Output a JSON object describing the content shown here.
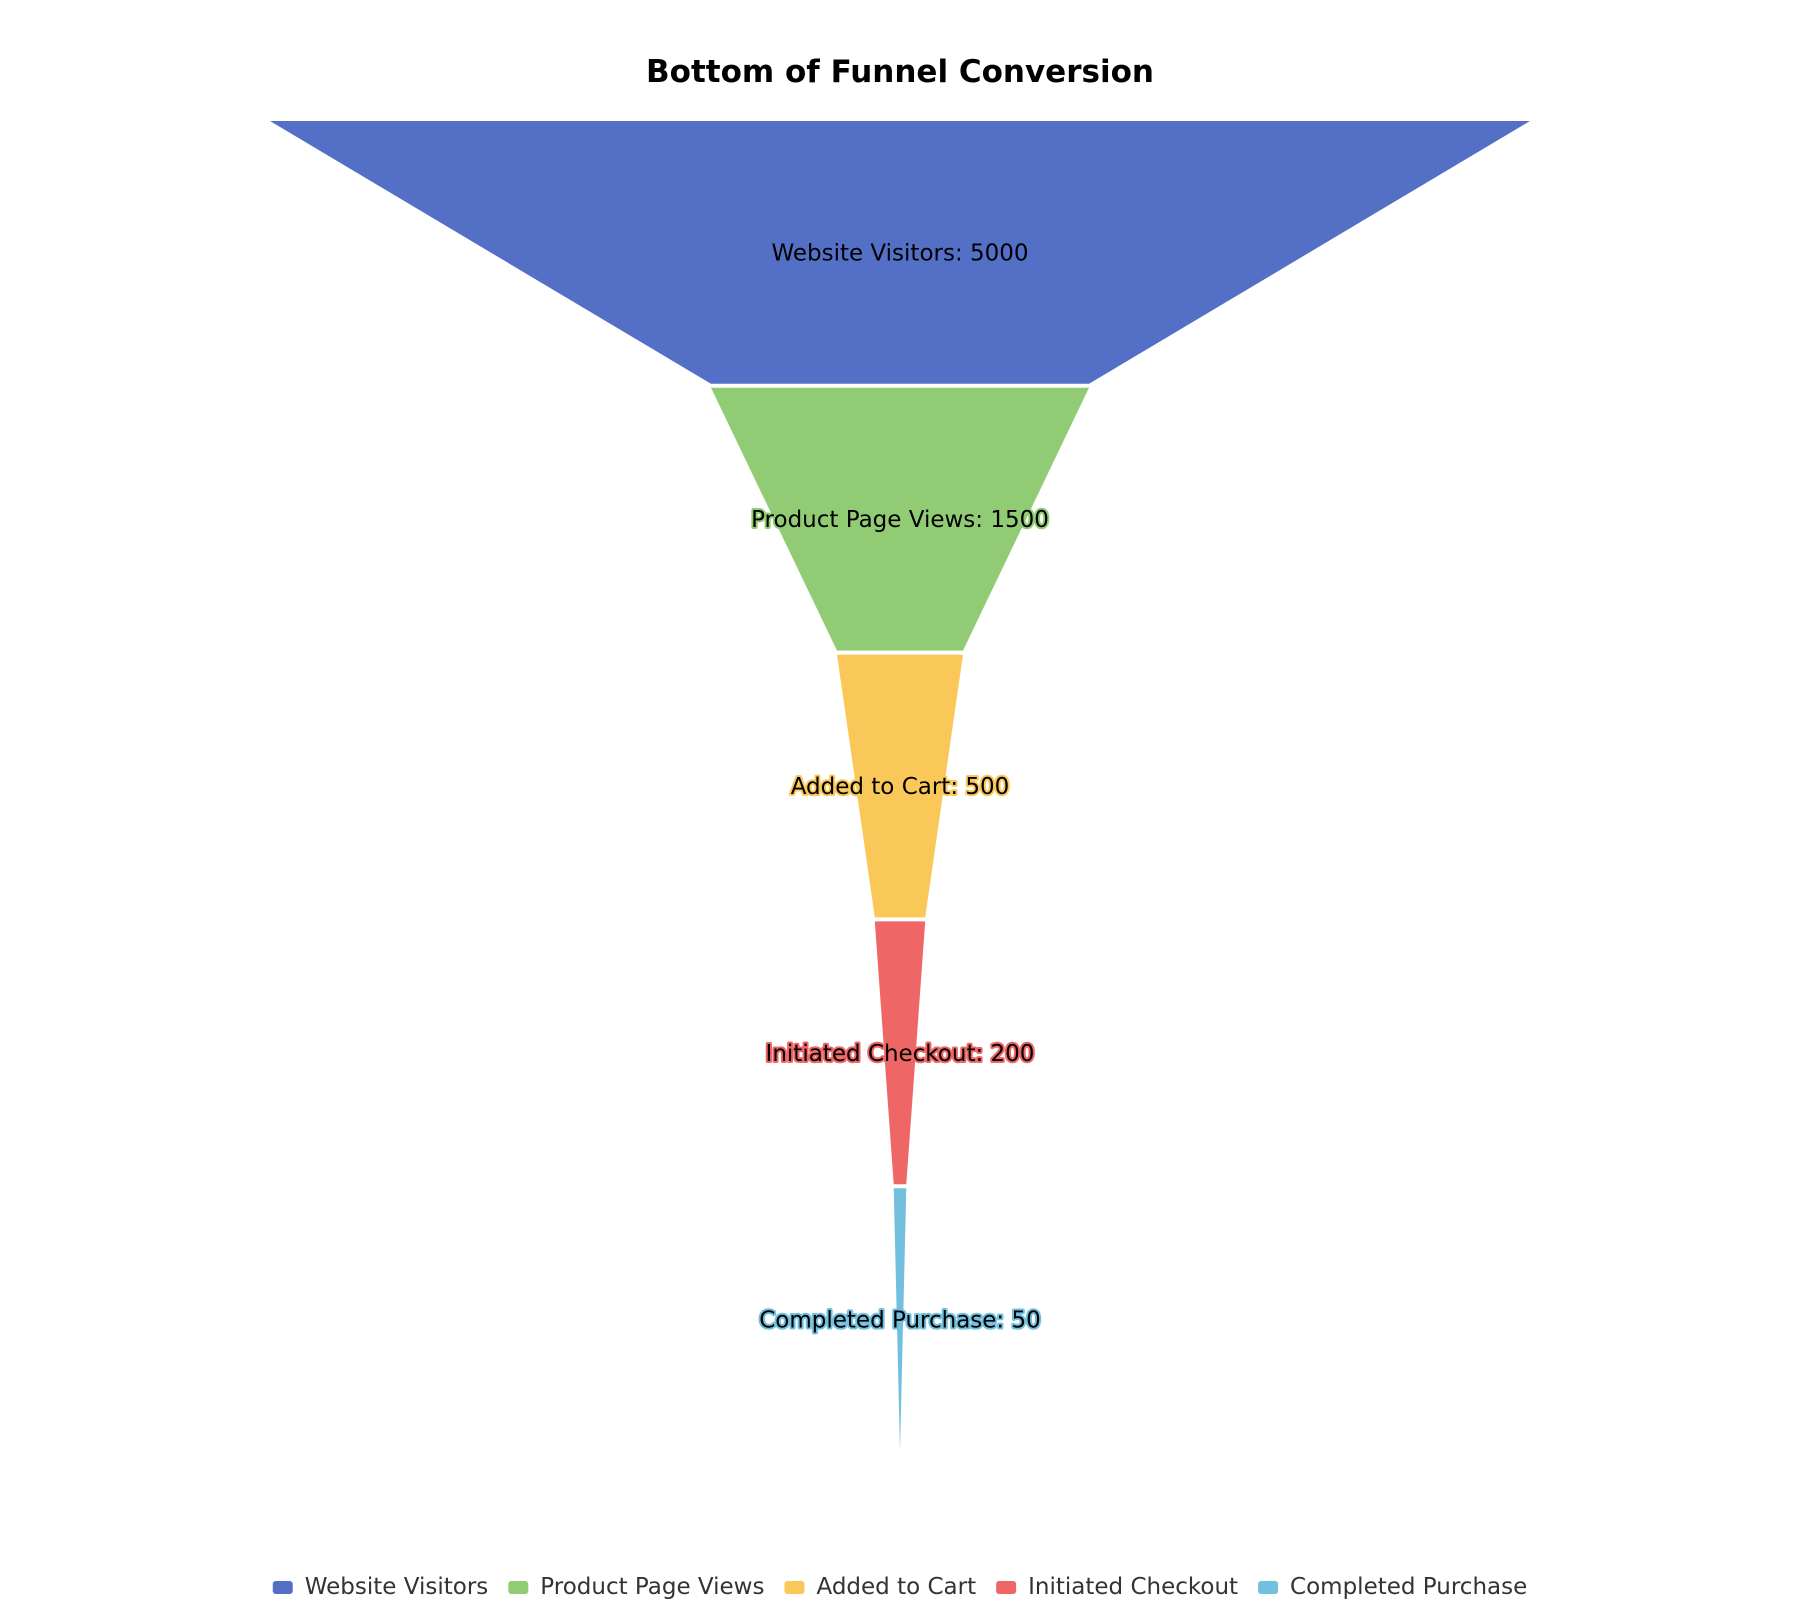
{
  "chart_data": {
    "type": "funnel",
    "title": "Bottom of Funnel Conversion",
    "categories": [
      "Website Visitors",
      "Product Page Views",
      "Added to Cart",
      "Initiated Checkout",
      "Completed Purchase"
    ],
    "values": [
      5000,
      1500,
      500,
      200,
      50
    ],
    "labels": [
      "Website Visitors: 5000",
      "Product Page Views: 1500",
      "Added to Cart: 500",
      "Initiated Checkout: 200",
      "Completed Purchase: 50"
    ],
    "colors": [
      "#5470c6",
      "#91cc75",
      "#fac858",
      "#ee6666",
      "#73c0de"
    ],
    "sort": "descending",
    "legend_position": "bottom-center"
  }
}
